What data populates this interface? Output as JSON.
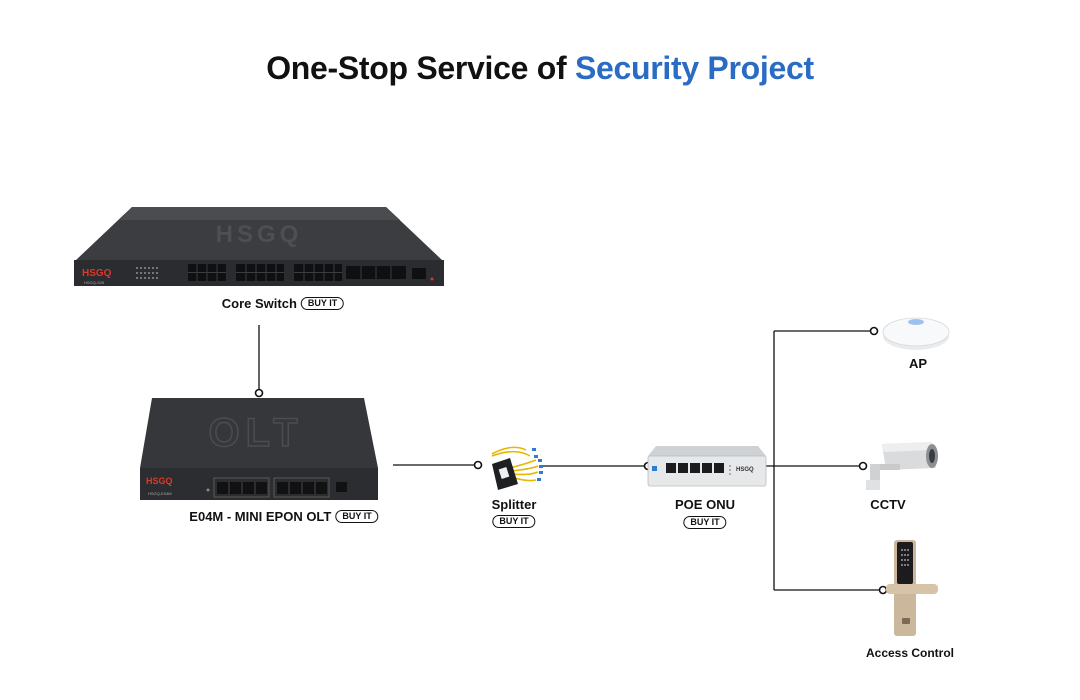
{
  "title": {
    "prefix": "One-Stop Service of ",
    "accent": "Security Project"
  },
  "buy_label": "BUY IT",
  "brand": "HSGQ",
  "devices": {
    "core_switch": {
      "label": "Core Switch",
      "model": "HSGQ-S26"
    },
    "olt": {
      "label": "E04M - MINI EPON OLT",
      "model": "HSGQ-E04M",
      "watermark": "OLT"
    },
    "splitter": {
      "label": "Splitter"
    },
    "onu": {
      "label": "POE ONU"
    },
    "ap": {
      "label": "AP"
    },
    "cctv": {
      "label": "CCTV"
    },
    "access": {
      "label": "Access Control"
    }
  },
  "colors": {
    "accent": "#2a6bc4",
    "line": "#111111",
    "device_dark": "#2e3033",
    "onu_body": "#e6e8ea",
    "fiber": "#e6b800"
  }
}
